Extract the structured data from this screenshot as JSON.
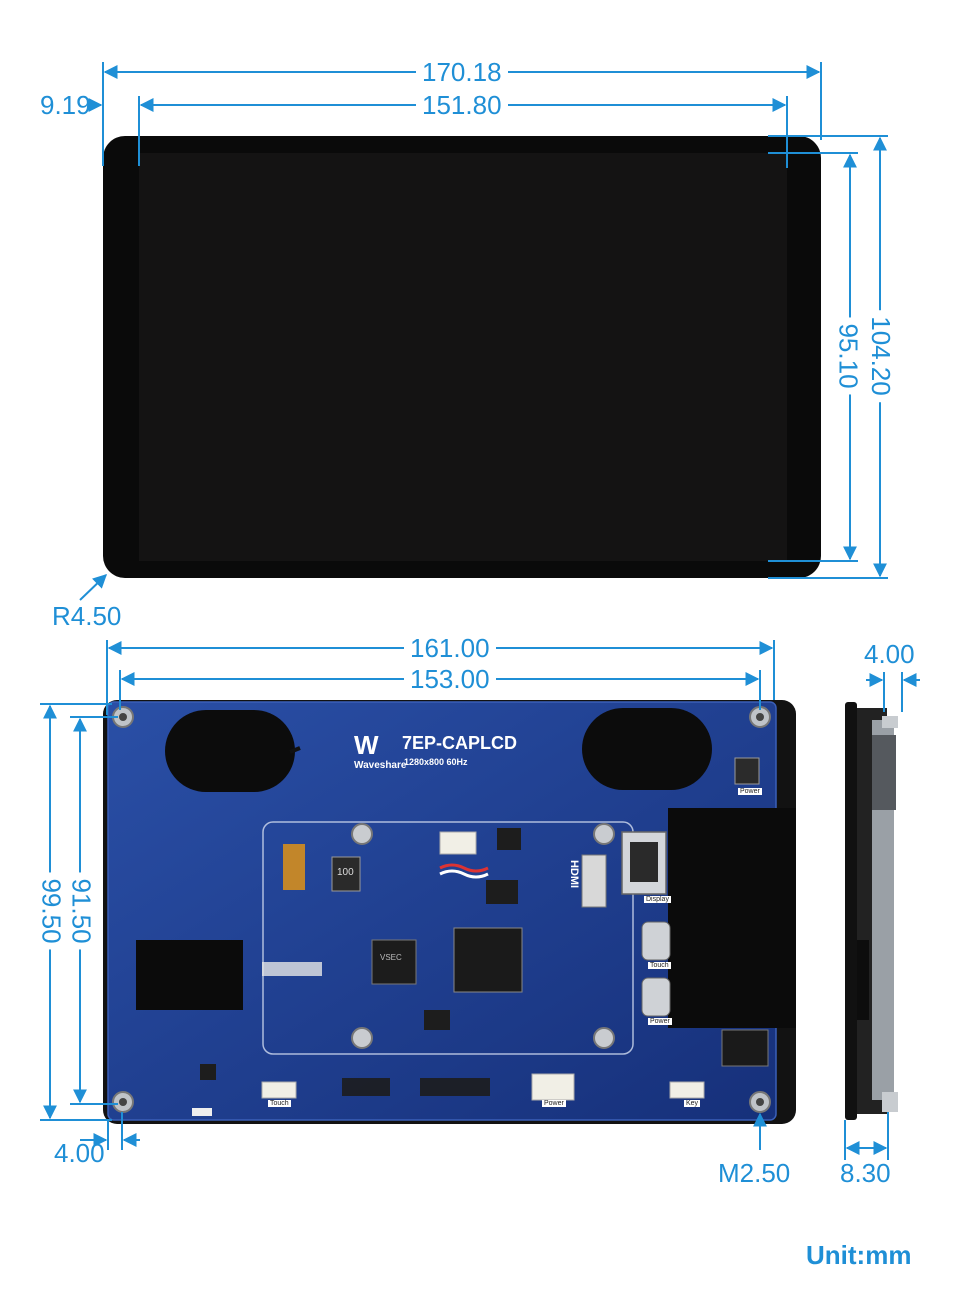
{
  "front_view": {
    "width_total": "170.18",
    "width_active": "151.80",
    "left_bezel": "9.19",
    "height_total": "104.20",
    "height_active": "95.10",
    "corner_radius": "R4.50"
  },
  "back_view": {
    "width_total": "161.00",
    "hole_spacing_x": "153.00",
    "height_total": "99.50",
    "hole_spacing_y": "91.50",
    "hole_offset": "4.00",
    "screw": "M2.50"
  },
  "side_view": {
    "thickness_top": "4.00",
    "thickness_total": "8.30"
  },
  "board": {
    "brand": "Waveshare",
    "model": "7EP-CAPLCD",
    "spec": "1280x800 60Hz",
    "chip_marking": "VSEC",
    "label_power": "Power",
    "label_display": "Display",
    "label_touch": "Touch",
    "label_key": "Key",
    "label_hdmi": "HDMI",
    "inductor": "100"
  },
  "unit": "Unit:mm",
  "colors": {
    "dimension": "#1f8fd6",
    "screen": "#0d0c0c",
    "pcb": "#1e3c8c"
  }
}
